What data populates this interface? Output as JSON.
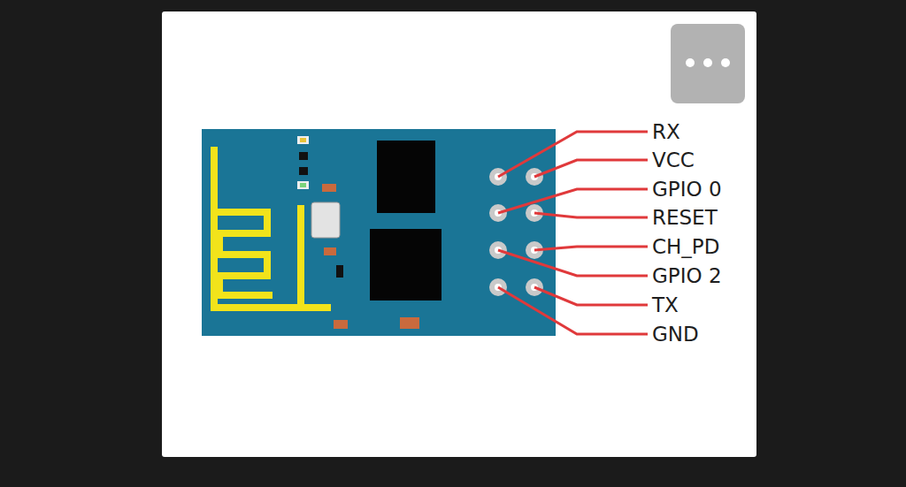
{
  "diagram": {
    "labels": [
      "RX",
      "VCC",
      "GPIO 0",
      "RESET",
      "CH_PD",
      "GPIO 2",
      "TX",
      "GND"
    ]
  }
}
